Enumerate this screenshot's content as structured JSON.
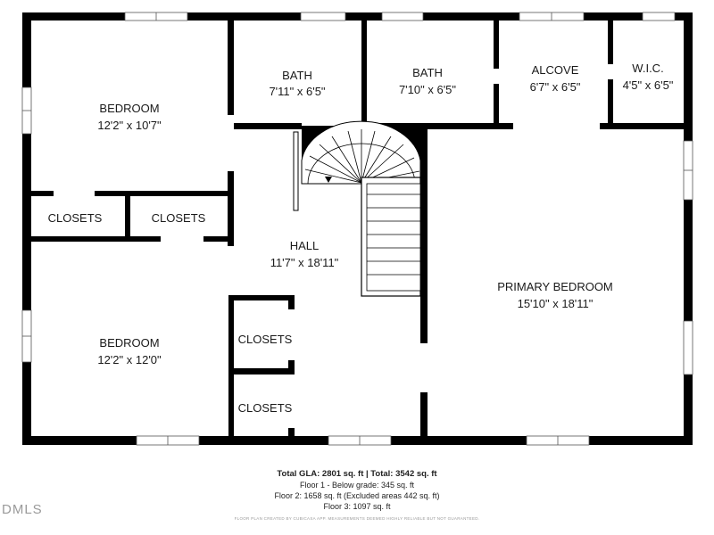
{
  "rooms": {
    "bedroom_1": {
      "name": "BEDROOM",
      "dims": "12'2\" x 10'7\""
    },
    "bath_1": {
      "name": "BATH",
      "dims": "7'11\" x 6'5\""
    },
    "bath_2": {
      "name": "BATH",
      "dims": "7'10\" x 6'5\""
    },
    "alcove": {
      "name": "ALCOVE",
      "dims": "6'7\" x 6'5\""
    },
    "wic": {
      "name": "W.I.C.",
      "dims": "4'5\" x 6'5\""
    },
    "closets_1": {
      "name": "CLOSETS"
    },
    "closets_2": {
      "name": "CLOSETS"
    },
    "hall": {
      "name": "HALL",
      "dims": "11'7\" x 18'11\""
    },
    "primary_bedroom": {
      "name": "PRIMARY BEDROOM",
      "dims": "15'10\" x 18'11\""
    },
    "bedroom_2": {
      "name": "BEDROOM",
      "dims": "12'2\" x 12'0\""
    },
    "closets_3": {
      "name": "CLOSETS"
    },
    "closets_4": {
      "name": "CLOSETS"
    }
  },
  "footer": {
    "totals": "Total GLA: 2801 sq. ft | Total: 3542 sq. ft",
    "floor1": "Floor 1 - Below grade: 345 sq. ft",
    "floor2": "Floor 2: 1658 sq. ft (Excluded areas 442 sq. ft)",
    "floor3": "Floor 3: 1097 sq. ft",
    "disclaimer": "FLOOR PLAN CREATED BY CUBICASA APP. MEASUREMENTS DEEMED HIGHLY RELIABLE BUT NOT GUARANTEED.",
    "logo": "DMLS"
  },
  "colors": {
    "wall": "#000000",
    "background": "#ffffff",
    "window": "#cfcfcf"
  }
}
